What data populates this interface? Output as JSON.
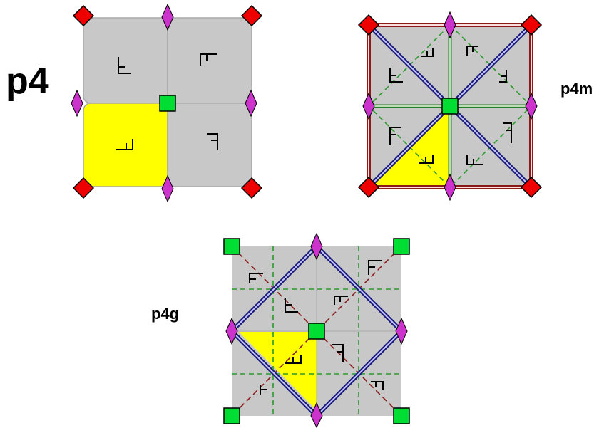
{
  "labels": {
    "p4": "p4",
    "p4m": "p4m",
    "p4g": "p4g"
  },
  "colors": {
    "cell_fill": "#c8c8c8",
    "highlight_fill": "#ffff00",
    "fourfold_marker": "#00dd33",
    "twofold_marker": "#cc33cc",
    "corner_marker": "#ee0000",
    "mirror_line": "#1a1a7a",
    "glide_line": "#2a9a2a",
    "diagonal_glide": "#8b1a1a"
  },
  "icons": {
    "fourfold_rotation": "green-square-icon",
    "twofold_rotation": "magenta-diamond-icon",
    "corner_rotation": "red-diamond-icon"
  }
}
